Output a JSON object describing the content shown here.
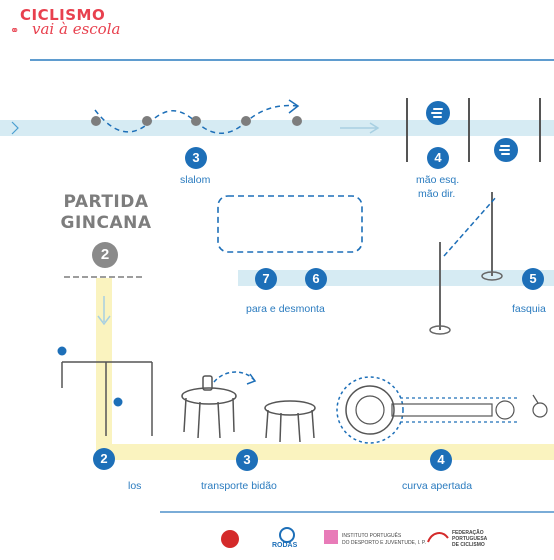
{
  "brand": {
    "line1": "CICLISMO",
    "line2": "vai à escola"
  },
  "start": {
    "line1": "PARTIDA",
    "line2": "GINCANA",
    "number": "2"
  },
  "stations": {
    "slalom": {
      "number": "3",
      "label": "slalom"
    },
    "hands": {
      "number": "4",
      "line1": "mão esq.",
      "line2": "mão dir."
    },
    "fasquia": {
      "number": "5",
      "label": "fasquia"
    },
    "stop_num_a": "6",
    "stop_num_b": "7",
    "stop_label": "para e desmonta",
    "bottom_partial": {
      "number": "2",
      "label": "los"
    },
    "bidon": {
      "number": "3",
      "label": "transporte bidão"
    },
    "curve": {
      "number": "4",
      "label": "curva apertada"
    }
  },
  "sponsors": {
    "rodas": "RODAS",
    "ipdj_1": "INSTITUTO PORTUGUÊS",
    "ipdj_2": "DO DESPORTO E JUVENTUDE, I. P.",
    "fpc_1": "FEDERAÇÃO",
    "fpc_2": "PORTUGUESA",
    "fpc_3": "DE CICLISMO"
  },
  "colors": {
    "blue": "#1d6fb8",
    "track": "#d6ebf3",
    "yellow": "#faf3bf",
    "grey": "#7d7d7d",
    "red": "#e8404e"
  }
}
